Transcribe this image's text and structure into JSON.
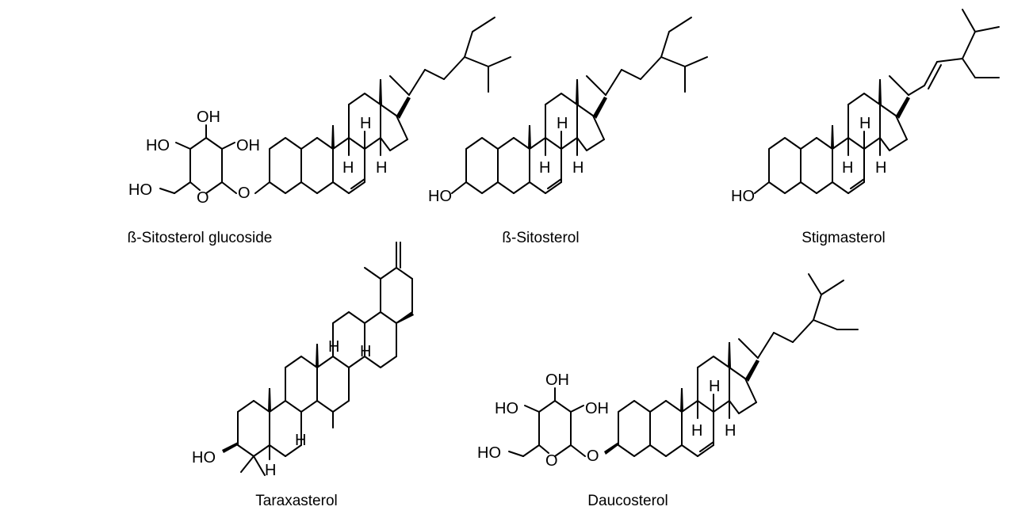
{
  "molecules": [
    {
      "name": "ß-Sitosterol glucoside",
      "labels": {
        "oh_top": "OH",
        "oh_left": "HO",
        "oh_right": "OH",
        "ho_ch2": "HO",
        "ring_o": "O",
        "link_o": "O",
        "h1": "H",
        "h2": "H",
        "h3": "H"
      }
    },
    {
      "name": "ß-Sitosterol",
      "labels": {
        "ho": "HO",
        "h1": "H",
        "h2": "H",
        "h3": "H"
      }
    },
    {
      "name": "Stigmasterol",
      "labels": {
        "ho": "HO",
        "h1": "H",
        "h2": "H",
        "h3": "H"
      }
    },
    {
      "name": "Taraxasterol",
      "labels": {
        "ho": "HO",
        "h1": "H",
        "h2": "H",
        "h3": "H",
        "h4": "H"
      }
    },
    {
      "name": "Daucosterol",
      "labels": {
        "oh_top": "OH",
        "oh_left": "HO",
        "oh_right": "OH",
        "ho_ch2": "HO",
        "ring_o": "O",
        "link_o": "O",
        "h1": "H",
        "h2": "H",
        "h3": "H"
      }
    }
  ],
  "colors": {
    "ink": "#000000",
    "background": "#ffffff"
  }
}
